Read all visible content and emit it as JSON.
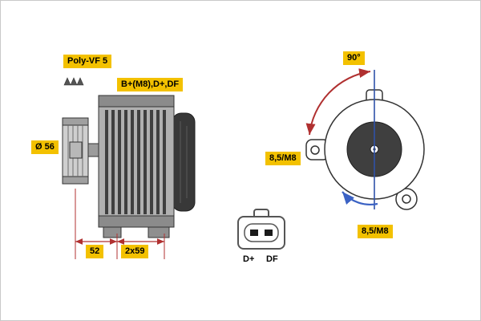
{
  "figure": {
    "type": "technical-diagram",
    "subject": "alternator side view, rear view and connector pinout"
  },
  "labels": {
    "belt_type": "Poly-VF 5",
    "terminals": "B+(M8),D+,DF",
    "pulley_diameter": "Ø 56",
    "dim_pulley_offset": "52",
    "dim_mount_spacing": "2x59",
    "mount_angle": "90°",
    "mount_hole_left": "8,5/M8",
    "mount_hole_bottom": "8,5/M8",
    "connector_pin_left": "D+",
    "connector_pin_right": "DF"
  },
  "colors": {
    "label_bg": "#f3c100",
    "label_text": "#000000",
    "dimension_red": "#b03030",
    "rotation_blue": "#3b62c4",
    "outline": "#333333"
  }
}
